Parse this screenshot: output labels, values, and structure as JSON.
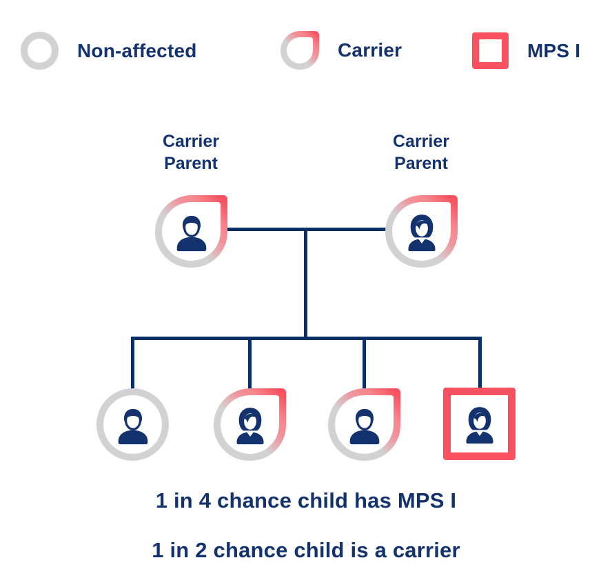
{
  "colors": {
    "navy": "#14336E",
    "line": "#0A2F64",
    "red": "#F9515F",
    "pink": "#F2929A",
    "gray": "#D2D2D2",
    "bg": "#FFFFFF"
  },
  "legend": {
    "items": [
      {
        "id": "non-affected",
        "symbol": "gray-circle-outline",
        "label": "Non-affected"
      },
      {
        "id": "carrier",
        "symbol": "gradient-drop-outline",
        "label": "Carrier"
      },
      {
        "id": "mps-i",
        "symbol": "red-square-outline",
        "label": "MPS I"
      }
    ]
  },
  "tree": {
    "father": {
      "label_line1": "Carrier",
      "label_line2": "Parent",
      "symbol": "carrier",
      "icon": "male-person-icon"
    },
    "mother": {
      "label_line1": "Carrier",
      "label_line2": "Parent",
      "symbol": "carrier",
      "icon": "female-person-icon"
    },
    "children": [
      {
        "symbol": "non-affected",
        "icon": "male-person-icon"
      },
      {
        "symbol": "carrier",
        "icon": "female-person-icon"
      },
      {
        "symbol": "carrier",
        "icon": "male-person-icon"
      },
      {
        "symbol": "mps-i",
        "icon": "female-person-icon"
      }
    ]
  },
  "captions": {
    "mps_chance": "1 in 4 chance child has MPS I",
    "carrier_chance": "1 in 2 chance child is a carrier"
  }
}
